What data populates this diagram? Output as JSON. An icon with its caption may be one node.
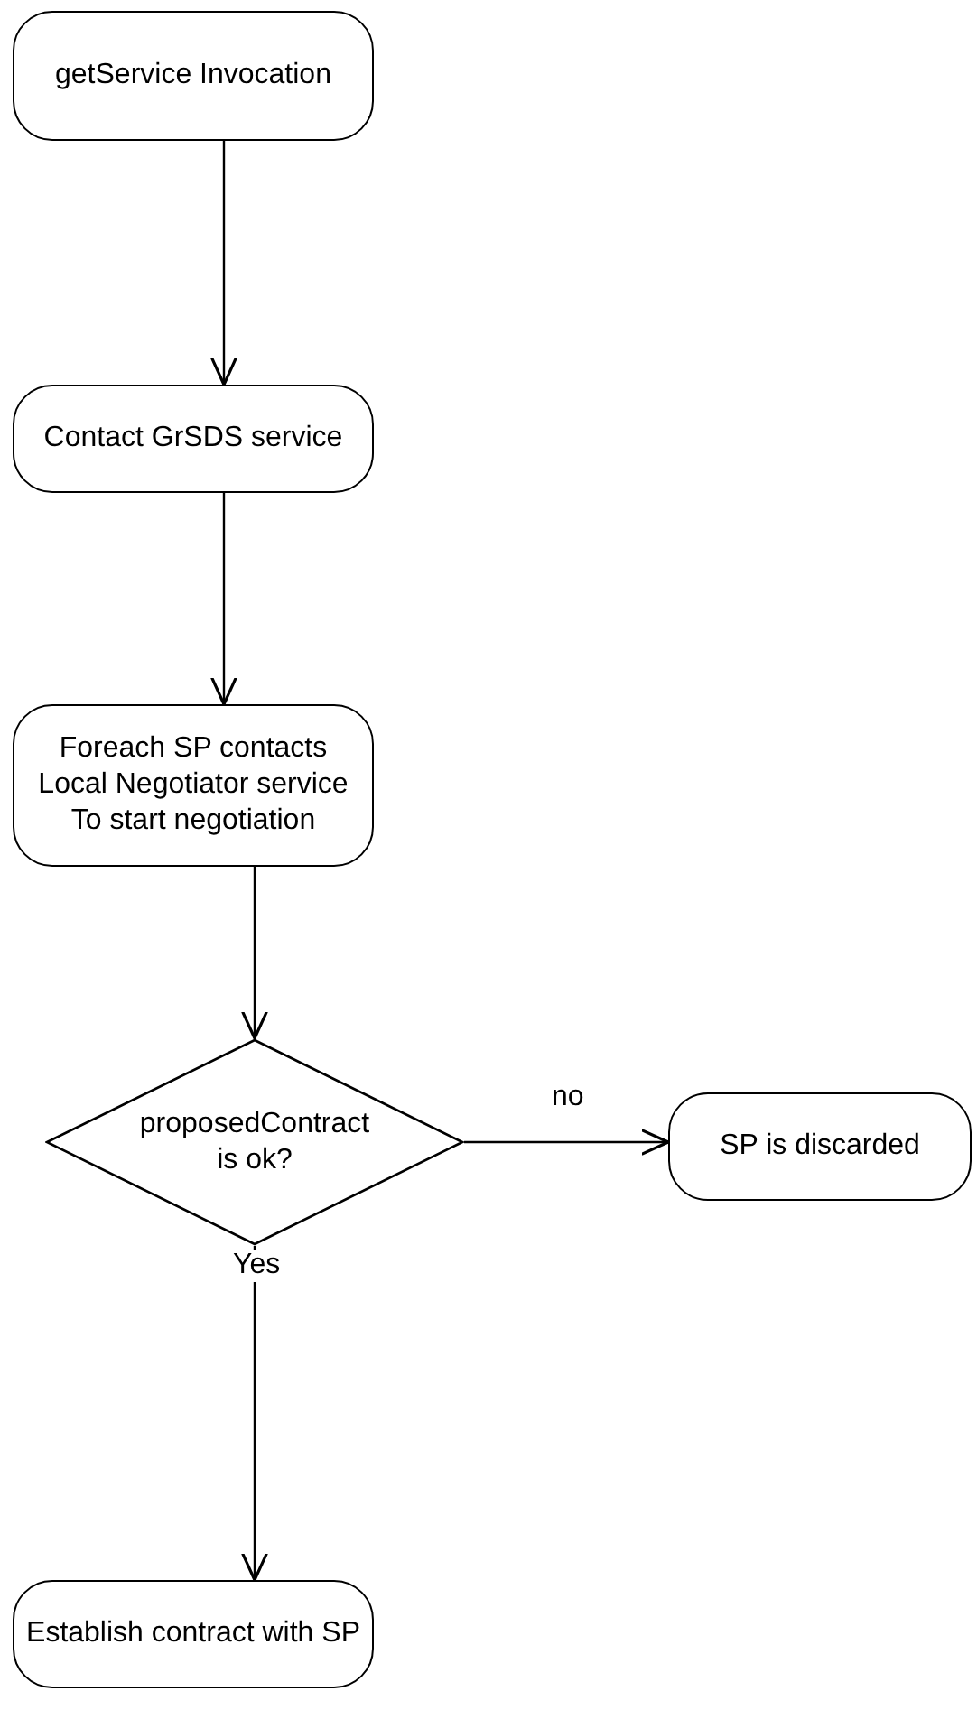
{
  "diagram": {
    "nodes": [
      {
        "text": [
          "getService Invocation"
        ]
      },
      {
        "text": [
          "Contact GrSDS service"
        ]
      },
      {
        "text": [
          "Foreach SP contacts Local Negotiator service To start negotiation"
        ]
      },
      {
        "text": [
          "proposedContract is ok?"
        ]
      },
      {
        "text": [
          "SP is discarded"
        ]
      },
      {
        "text": [
          "Establish contract with SP"
        ]
      }
    ],
    "edges": [
      {
        "from": 0,
        "to": 1,
        "arrow": "to"
      },
      {
        "from": 1,
        "to": 2,
        "arrow": "to"
      },
      {
        "from": 2,
        "to": 3,
        "arrow": "to"
      },
      {
        "from": 3,
        "to": 4,
        "arrow": "to",
        "label": "no"
      },
      {
        "from": 3,
        "to": 5,
        "arrow": "to",
        "label": "Yes"
      }
    ]
  }
}
